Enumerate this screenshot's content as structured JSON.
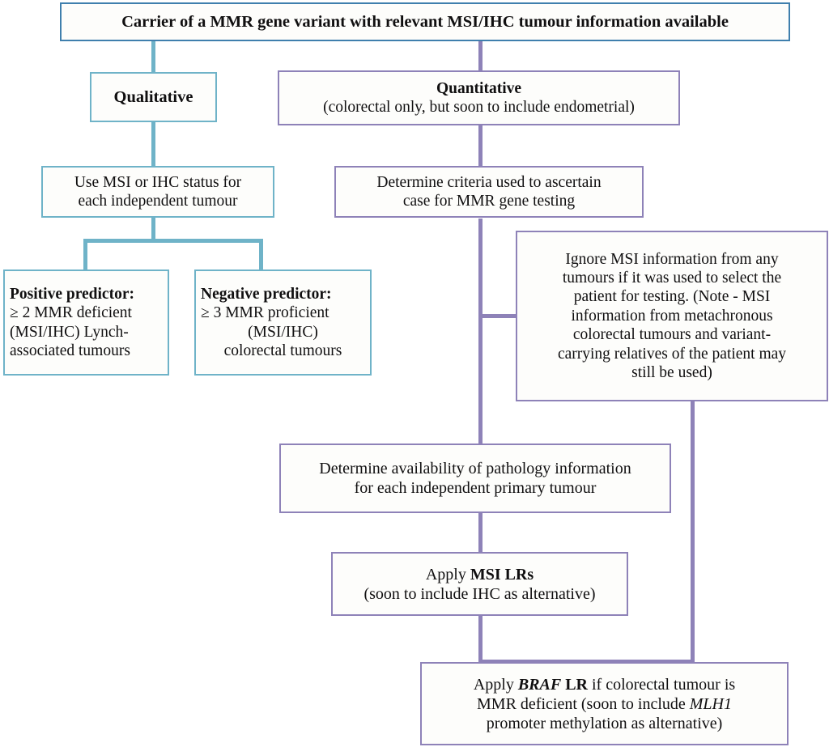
{
  "diagram": {
    "title": "MMR gene variant MSI/IHC classification flowchart",
    "colors": {
      "steel_border": "#3f7fad",
      "teal_border": "#6fb3c8",
      "purple_border": "#8e82b8",
      "box_fill": "#fdfdfb",
      "text": "#100f10"
    }
  },
  "nodes": {
    "root": {
      "text": "Carrier of a MMR gene variant with relevant MSI/IHC tumour information available"
    },
    "qualitative": {
      "text": "Qualitative"
    },
    "quantitative": {
      "line1": "Quantitative",
      "line2": "(colorectal only, but soon to include endometrial)"
    },
    "use_msi_ihc": {
      "line1": "Use MSI or IHC status for",
      "line2": "each independent tumour"
    },
    "determine_criteria": {
      "line1": "Determine criteria used to ascertain",
      "line2": "case for MMR gene testing"
    },
    "positive_predictor": {
      "heading": "Positive predictor:",
      "line2": "≥ 2 MMR deficient",
      "line3": "(MSI/IHC) Lynch-",
      "line4": "associated tumours"
    },
    "negative_predictor": {
      "heading": "Negative predictor:",
      "line2": "≥ 3 MMR proficient",
      "line3": "(MSI/IHC)",
      "line4": "colorectal tumours"
    },
    "ignore_msi": {
      "line1": "Ignore MSI information from any",
      "line2": "tumours if it was used to select the",
      "line3": "patient for testing. (Note - MSI",
      "line4": "information from metachronous",
      "line5": "colorectal tumours and variant-",
      "line6": "carrying relatives of the patient may",
      "line7": "still be used)"
    },
    "determine_pathology": {
      "line1": "Determine availability of pathology information",
      "line2": "for each independent primary tumour"
    },
    "apply_msi_lrs": {
      "line1_pre": "Apply ",
      "line1_bold": "MSI LRs",
      "line2": "(soon to include IHC as alternative)"
    },
    "apply_braf_lr": {
      "line1_pre": "Apply ",
      "line1_bolditalic": "BRAF",
      "line1_bold": " LR",
      "line1_post": " if colorectal tumour is",
      "line2_pre": "MMR deficient (soon to include ",
      "line2_italic": "MLH1",
      "line3": "promoter methylation as alternative)"
    }
  }
}
